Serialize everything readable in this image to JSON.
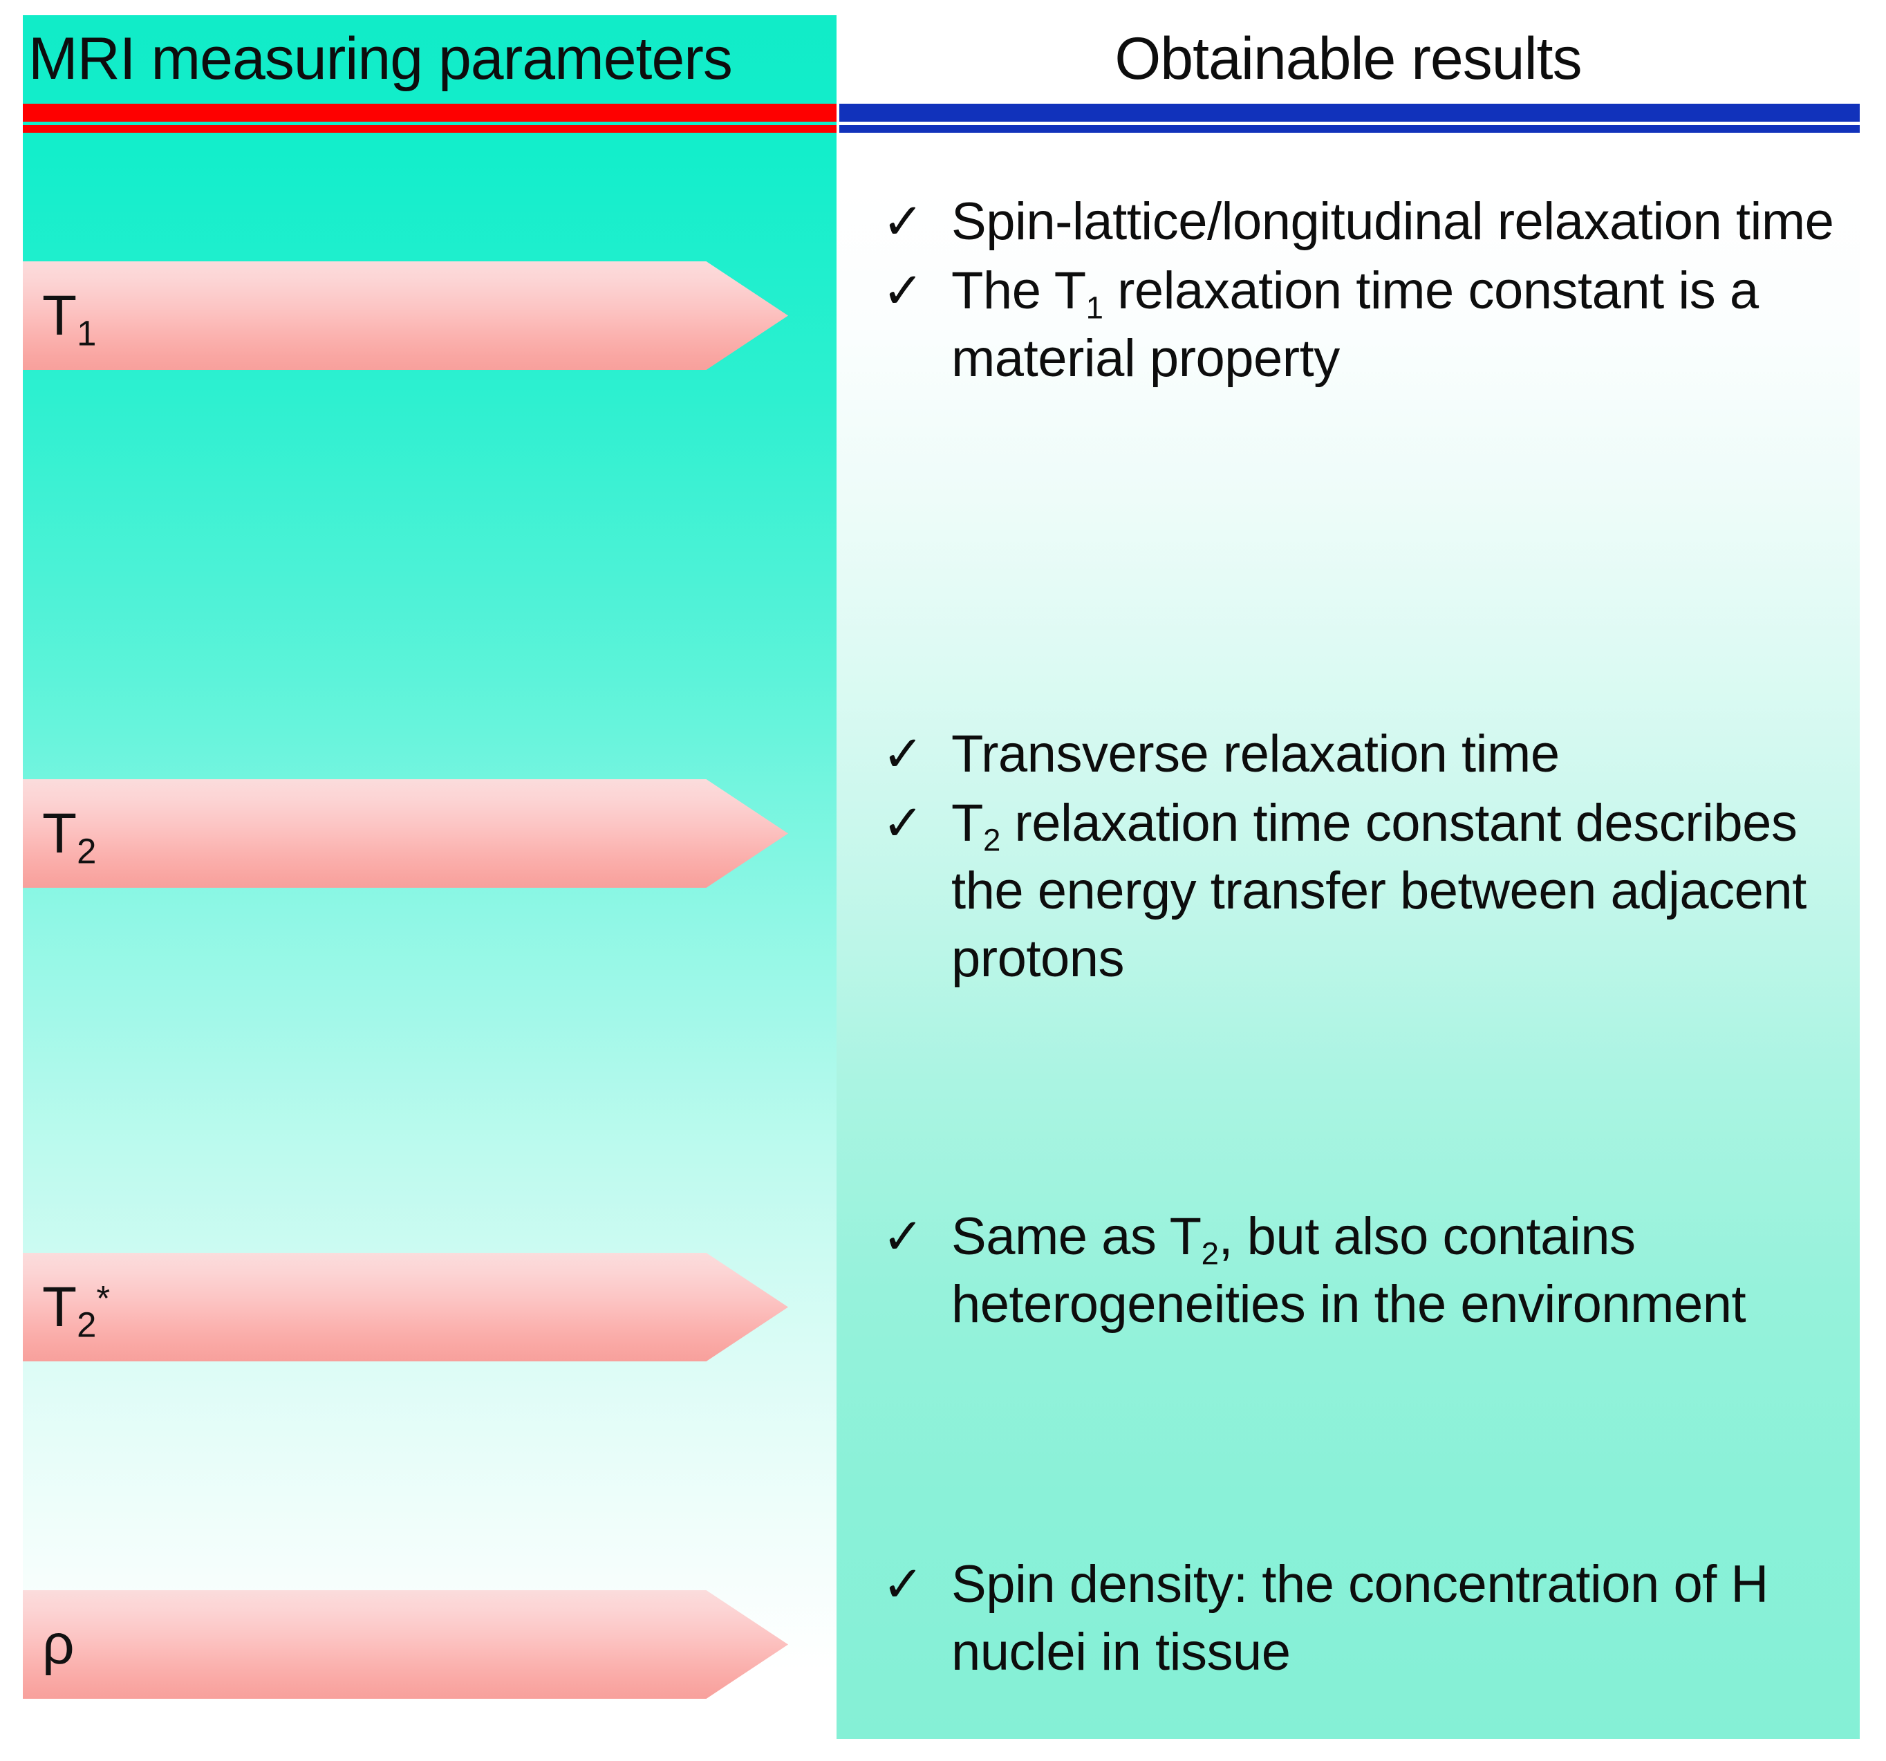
{
  "columns": {
    "left": {
      "title": "MRI measuring parameters",
      "rule_color": "#fe0000",
      "bg_top_color": "#11ecc8",
      "bg_bottom_color": "#ffffff"
    },
    "right": {
      "title": "Obtainable results",
      "rule_color": "#1132bb",
      "bg_top_color": "#ffffff",
      "bg_bottom_color": "#85f0d6"
    }
  },
  "arrows": [
    {
      "id": "t1",
      "base": "T",
      "sub": "1",
      "sup": "",
      "fill_color": "#f9aeaa"
    },
    {
      "id": "t2",
      "base": "T",
      "sub": "2",
      "sup": "",
      "fill_color": "#f9aeaa"
    },
    {
      "id": "t2s",
      "base": "T",
      "sub": "2",
      "sup": "*",
      "fill_color": "#f9aeaa"
    },
    {
      "id": "rho",
      "base": "ρ",
      "sub": "",
      "sup": "",
      "fill_color": "#f9aeaa"
    }
  ],
  "check_glyph": "✓",
  "groups": {
    "t1": {
      "bullets": [
        {
          "pre": "Spin-lattice/longitudinal relaxation time",
          "sub": "",
          "post": ""
        },
        {
          "pre": "The T",
          "sub": "1",
          "post": " relaxation time constant is a material property"
        }
      ]
    },
    "t2": {
      "bullets": [
        {
          "pre": "Transverse relaxation time",
          "sub": "",
          "post": ""
        },
        {
          "pre": "T",
          "sub": "2",
          "post": " relaxation time constant describes the energy transfer between adjacent protons"
        }
      ]
    },
    "t2s": {
      "bullets": [
        {
          "pre": "Same as T",
          "sub": "2",
          "post": ", but also contains heterogeneities in the environment"
        }
      ]
    },
    "rho": {
      "bullets": [
        {
          "pre": "Spin density: the concentration of H nuclei in tissue",
          "sub": "",
          "post": ""
        }
      ]
    }
  }
}
